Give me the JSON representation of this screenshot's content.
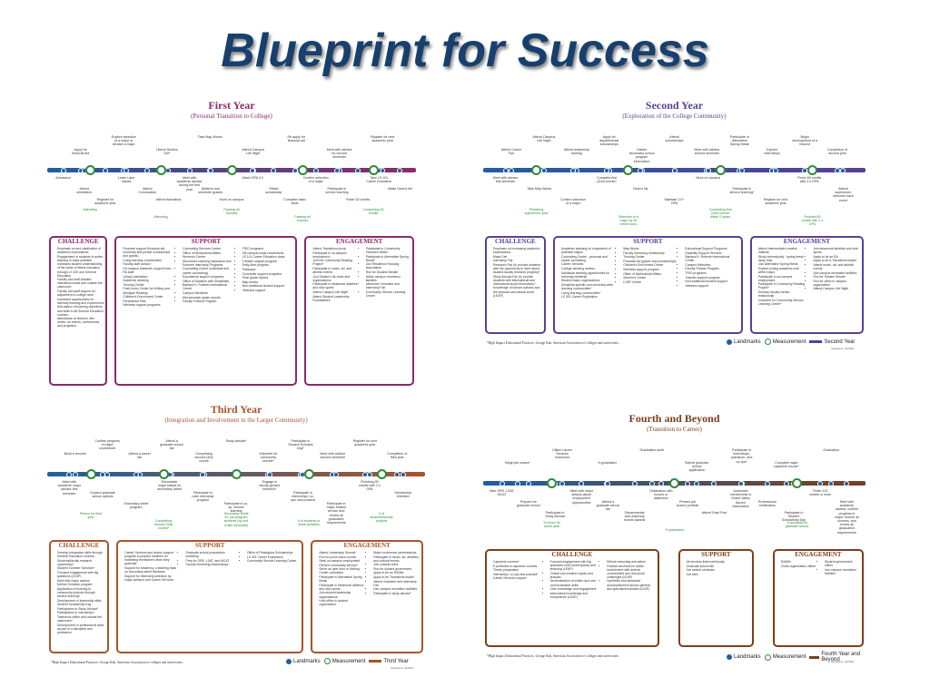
{
  "title": "Blueprint for Success",
  "legend": {
    "landmarks": "Landmarks",
    "measurement": "Measurement"
  },
  "footnote": "*High Impact Educational Practices, George Kuh, American Association of colleges and universities.",
  "colors": {
    "title": "#17406e",
    "timeline": "#1f5fa0",
    "measure": "#2f8a3b",
    "year1": "#8b2a64",
    "year2": "#5a3f95",
    "year3": "#a8542a",
    "year4": "#7a3f1e"
  },
  "panels": [
    {
      "title": "First Year",
      "subtitle": "(Personal Transition to College)",
      "legend_label": "First Year",
      "revised": "",
      "events_top": [
        "Apply for financial aid",
        "Explore selection of a major or declare a major",
        "Liberal Studies 100*",
        "Take Map-Works",
        "Attend Campus Life Night",
        "Re-apply for financial aid",
        "Meet with advisor for second semester",
        "Register for next academic year"
      ],
      "events_bottom": [
        "Admission",
        "Attend orientation",
        "Register for academic year",
        "Learn Lake Values",
        "Attend Convocation",
        "Attend transitions",
        "Meet with academic advisor during the first year",
        "Midterm and semester grades",
        "Work on campus",
        "Attain GPA 2.0",
        "Obtain scholarship",
        "Complete basic skills",
        "Confirm selection of a major",
        "Participate in service learning",
        "Finish 30 credits",
        "Take LS 101 Career Education",
        "Attain Dean's list"
      ],
      "measures": [
        "Attending",
        "Attending",
        "Passing all courses",
        "Passing all courses",
        "Completing 30 credits"
      ],
      "challenge": {
        "title": "CHALLENGE",
        "items": [
          "Emphasis on and clarification of academic expectations",
          "Engagement of students in active learning in class activities",
          "Increased student understanding of the value of liberal education through LS 100 and General Education",
          "Faculty and staff initiated interaction inside and outside the classroom",
          "Faculty and staff support for adjustment to college work",
          "Increased opportunities for diversity learning and experiences",
          "Articulation of learning objectives and skills in all General Education courses",
          "Attendance at lectures, film series, art events, conferences, and programs"
        ]
      },
      "support": {
        "title": "SUPPORT",
        "items": [
          "Financial support (financial aid, university and private scholarships and grants)",
          "Living learning communities*",
          "Faculty-staff contact",
          "On-campus residents; support from RA staff",
          "Library orientation",
          "Academic advising",
          "Tutoring Center",
          "Pratt Junior Center for Writing and Michigan Reading",
          "Children's Enrichment Center",
          "Persistence Pals",
          "Wellness support programs",
          "Counseling Services Center",
          "Office of Multicultural Affairs",
          "Women's Center",
          "Structured Learning Assistance and Summer Internship Programs",
          "Counseling Center (individual and career counseling)",
          "Educational support programs",
          "Office of Students with Disabilities",
          "Barbara H. Roberts International Center",
          "Campus Ministries",
          "Mid-semester grade reports",
          "Faculty Fellows Program",
          "TRIO programs",
          "Off-campus email connections",
          "LS 101 Career Education class",
          "Transfer support program",
          "Early Alert program",
          "Pathways",
          "Commuter support programs",
          "Final grade reports",
          "Map-Works",
          "Non-traditional student support",
          "Veterans support"
        ]
      },
      "engagement": {
        "title": "ENGAGEMENT",
        "items": [
          "Attend Transitions picnic",
          "Participate in on-campus employment",
          "Join the Community Reading Project*",
          "Participate in music, art, and athletic events",
          "Join Student Life clubs and organizations",
          "Participate in intramural athletics and club sports",
          "Attend Campus Life Night",
          "Attend Student Leadership Roundtables",
          "Participate in Community Outreach Week*",
          "Participate in Alternative Spring Break*",
          "Join Residence Housing Association",
          "Run for Student Senate",
          "Utilize campus recreation facilities",
          "Attend the Volunteer and Internship Fair",
          "Community Service Learning Center"
        ]
      }
    },
    {
      "title": "Second Year",
      "subtitle": "(Exploration of the College Community)",
      "legend_label": "Second Year",
      "revised": "revised on: 11/4/10",
      "events_top": [
        "Attend Career Fair",
        "Attend Campus Life Night",
        "Attend leadership training",
        "Apply for departmental scholarships",
        "Gather secondary school program information",
        "Attend scholarships",
        "Meet with advisor second semester",
        "Participate in Alternative Spring Break",
        "Explore internships",
        "Begin development of a resume",
        "Completion of second year"
      ],
      "events_bottom": [
        "Meet with advisor first semester",
        "Take Map-Works",
        "Confirm selection of a major",
        "Complete first (2nd) course*",
        "Dean's list",
        "Maintain 2.0+ GPA",
        "Work on campus",
        "Participate in service learning*",
        "Register for next academic year",
        "Finish 60 credits with 2.0 GPA",
        "Attend sophomore welcome back event"
      ],
      "measures": [
        "Retaining sophomore year",
        "Selection of a major by 30 credit hours",
        "Completing first (2nd) course within 2 years",
        "Finished 60 credits with 2.0 GPA"
      ],
      "challenge": {
        "title": "CHALLENGE",
        "items": [
          "Emphasis on increasing academic expectations",
          "Major Fair",
          "Internship Fair",
          "Research Fair (to provide students with the opportunity to learn about student-faculty research projects)*",
          "Study Abroad Fair (to provide students with international and intercultural study information)*",
          "Knowledge of human cultures and the physical and natural world (LEAP)"
        ]
      },
      "support": {
        "title": "SUPPORT",
        "items": [
          "Academic advising for exploration of potential majors",
          "Counseling Center - personal and career counseling",
          "Career Services",
          "College advising centers",
          "Additional learning opportunities for returning residents",
          "Student major organizations",
          "Discipline-specific and university-wide learning communities*",
          "Living-learning communities*",
          "LS 301 Career Exploration",
          "Map-Works",
          "Faculty mentoring relationship",
          "Tutoring Center",
          "Financial Aid (grants and scholarships)",
          "Children's Enrichment Center",
          "Wellness support program",
          "Office of Multicultural Affairs",
          "Women's Center",
          "LGBT Center",
          "Educational Support Programs",
          "Disability Support Services",
          "Barbara H. Roberts International Center",
          "Campus Ministries",
          "Faculty Fellows Program",
          "TRIO programs",
          "Transfer support program",
          "Non-traditional student support",
          "Veterans support"
        ]
      },
      "engagement": {
        "title": "ENGAGEMENT",
        "items": [
          "Attend Intermediate Leaders Institute",
          "Study domestically - spring break study trips",
          "Join Alternative Spring Break",
          "Explore joining academic club within major",
          "Participate in on-campus employment",
          "Participate in Community Reading Project*",
          "Develop faculty mentor relationship",
          "Volunteer for Community Service Learning Center*",
          "Join intramural athletics and club sports",
          "Apply to be an RA",
          "Apply to be a Transitions leader",
          "Attend music, art, and athletic events",
          "Use campus recreation facilities",
          "Run for Student Senate",
          "Run for office in campus organization",
          "Attend Campus Life Night"
        ]
      }
    },
    {
      "title": "Third Year",
      "subtitle": "(Integration and Involvement in the Larger Community)",
      "legend_label": "Third Year",
      "revised": "revised on: 11/4/10",
      "events_top": [
        "Build a resume",
        "Confirm progress in major coursework",
        "Attend a career fair",
        "Attend a graduate school fair",
        "Completing second (3rd) course",
        "Study abroad*",
        "Volunteer for community service*",
        "Participate in Student Scholars Day*",
        "Meet with advisor second semester",
        "Register for next academic year",
        "Completion of third year"
      ],
      "events_bottom": [
        "Meet with academic major advisor first semester",
        "Explore graduate school options",
        "Secondary admit program",
        "Reconsider major based on secondary admit",
        "Participate in Lake internship program",
        "Participate in co-op, service learning",
        "Engage in faculty-guided research*",
        "Participate in internships, co-ops, and practica",
        "Participate in major-related service and review all graduation requirements",
        "Finishing 90 credits with 2.0 GPA",
        "Scholarship retention"
      ],
      "measures": [
        "Return for third year",
        "Completing second (3rd) course*",
        "Secondary admit for pre-program students (by end of fifth semester)",
        "# of students in these activities",
        "# of students/faculty projects"
      ],
      "challenge": {
        "title": "CHALLENGE",
        "items": [
          "Develop integration skills through General Education courses",
          "Students/faculty research opportunity*",
          "Student Summer Scholars*",
          "Focused engagement with big questions (LEAP)",
          "Meet with major advisor",
          "McNair Scholars program",
          "Application of learning to community projects through service learning*",
          "Development of leadership skills",
          "Student Scholarship Day",
          "Participation in Study Abroad*",
          "Participation in internships*",
          "Teamwork within and outside the classroom*",
          "Development of professional skills as part of a discipline and profession"
        ]
      },
      "support": {
        "title": "SUPPORT",
        "items": [
          "Career Services and alumni support program to prepare students for marketing themselves when they graduate",
          "Support for residency, a learning track on secondary admit decisions",
          "Support for internship selection by major advisors and Career Services",
          "Graduate school preparation workshop",
          "Prep for GRE, LSAT, and MCAT",
          "Faculty mentoring relationships",
          "Office of Prestigious Scholarships",
          "LS 301 Career Exploration",
          "Community Service Learning Center"
        ]
      },
      "engagement": {
        "title": "ENGAGEMENT",
        "items": [
          "Attend Leadership Summit",
          "Run for junior class council",
          "Seek on-campus employment",
          "Perform community service*",
          "Serve as peer tutor or Writing Center consultant",
          "Participate in Alternative Spring Break",
          "Participate in intramural athletics and club sports",
          "Join student leadership organizations",
          "Hold office in student organization",
          "Make conference presentations",
          "Participate in music, art, athletics, and cultural events",
          "Join cultural clubs",
          "Run for student government",
          "Apply to be an RA/MA",
          "Apply to be Transitions leader",
          "Attend Volunteer and Internship Fair",
          "Use campus recreation facilities",
          "Participate in study abroad*"
        ]
      }
    },
    {
      "title": "Fourth and Beyond",
      "subtitle": "(Transition to Career)",
      "legend_label": "Fourth Year and Beyond",
      "revised": "revised on: 11/4/10",
      "events_top": [
        "Begin job search",
        "Utilize Career Services resources",
        "% graduated",
        "Graduation audit",
        "Submit graduate school application",
        "Participate in internships, practicum, and co-ops*",
        "Complete major capstone course*",
        "Graduation"
      ],
      "events_bottom": [
        "Take GRE, LSAT, MCAT",
        "Prepare for graduate school",
        "Participate in Study Abroad",
        "Meet with major advisor about employment opportunities",
        "Attend a graduate school fair",
        "Departmental and university honors awards",
        "Graduation with honors or distinction",
        "Present job search portfolio",
        "Attend Grad Fest",
        "Automatic membership to Grand Valley Alumni Association",
        "Professional certification",
        "Participate in Student Scholarship Day",
        "Finish 120 credits or more",
        "Meet with academic advisor; confirm progress in major; ensure all courses, and review all graduation requirements"
      ],
      "measures": [
        "% return for fourth year",
        "% graduated",
        "% accepted to graduate school"
      ],
      "challenge": {
        "title": "CHALLENGE",
        "items": [
          "Capstone courses*",
          "E-portfolios in capstone courses",
          "Thesis preparation",
          "Internships, co-ops and practica*",
          "Career Services support",
          "Focused engagement with big questions both contemporary and enduring (LEAP)",
          "Critical and creative inquiry and analysis",
          "Demonstration of written and oral communication skills",
          "Civic knowledge and engagement",
          "Intercultural knowledge and competence (LEAP)",
          "Ethical reasoning and action",
          "Practice anchored in active involvement with diverse communities and real-world challenges (LEAP)",
          "Synthesis and advanced accomplishment across general and specialized studies (LEAP)"
        ]
      },
      "support": {
        "title": "SUPPORT",
        "items": [
          "All services listed previously",
          "Graduate school fair",
          "Job search seminars",
          "Job fairs"
        ]
      },
      "engagement": {
        "title": "ENGAGEMENT",
        "items": [
          "RA/MA",
          "Clubs organization officer",
          "Student government officer",
          "Use campus recreation facilities"
        ]
      }
    }
  ]
}
